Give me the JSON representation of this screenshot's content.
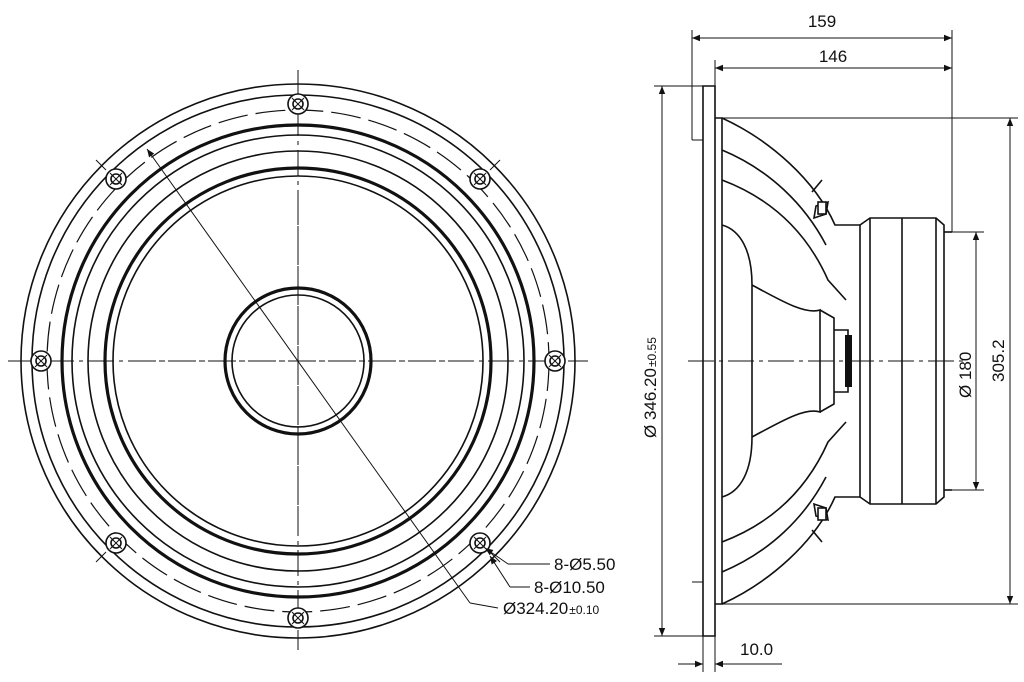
{
  "front_view": {
    "hole_callout": "8-Ø5.50",
    "counterbore_callout": "8-Ø10.50",
    "bolt_circle": {
      "value": "Ø324.20",
      "tolerance": "±0.10"
    }
  },
  "side_view": {
    "overall_depth": "159",
    "frame_depth": "146",
    "outer_diameter": {
      "value": "Ø 346.20",
      "tolerance": "±0.55"
    },
    "magnet_diameter": "Ø 180",
    "cutout_diameter": "305.2",
    "flange_thickness": "10.0"
  }
}
